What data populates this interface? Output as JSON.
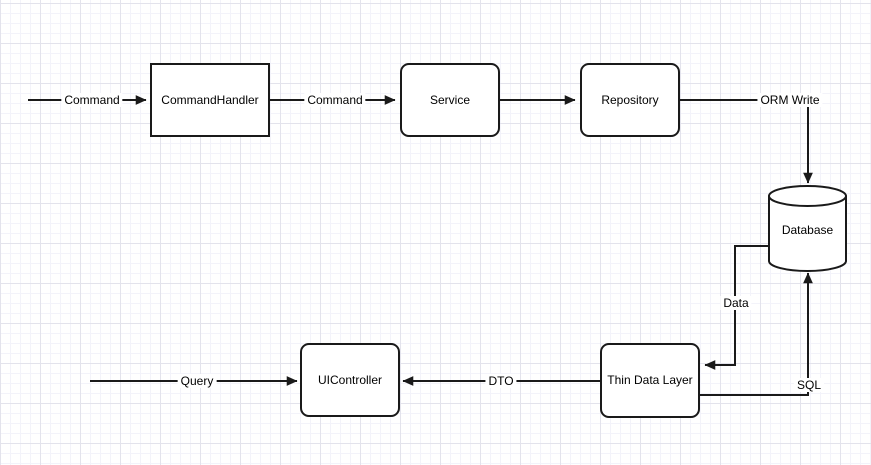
{
  "diagram": {
    "title": "CQRS flow diagram on gridded drawing canvas",
    "nodes": [
      {
        "id": "command-handler",
        "label": "CommandHandler",
        "shape": "rectangle"
      },
      {
        "id": "service",
        "label": "Service",
        "shape": "rounded-rectangle"
      },
      {
        "id": "repository",
        "label": "Repository",
        "shape": "rounded-rectangle"
      },
      {
        "id": "database",
        "label": "Database",
        "shape": "cylinder"
      },
      {
        "id": "ui-controller",
        "label": "UIController",
        "shape": "rounded-rectangle"
      },
      {
        "id": "thin-data-layer",
        "label": "Thin Data Layer",
        "shape": "rounded-rectangle"
      }
    ],
    "edges": [
      {
        "from": "external",
        "to": "command-handler",
        "label": "Command"
      },
      {
        "from": "command-handler",
        "to": "service",
        "label": "Command"
      },
      {
        "from": "service",
        "to": "repository",
        "label": ""
      },
      {
        "from": "repository",
        "to": "database",
        "label": "ORM Write"
      },
      {
        "from": "database",
        "to": "thin-data-layer",
        "label": "Data"
      },
      {
        "from": "external",
        "to": "ui-controller",
        "label": "Query"
      },
      {
        "from": "thin-data-layer",
        "to": "ui-controller",
        "label": "DTO"
      },
      {
        "from": "thin-data-layer",
        "to": "database",
        "label": "SQL"
      }
    ],
    "colors": {
      "stroke": "#1a1a1a",
      "node_fill": "#ffffff",
      "background": "#ffffff",
      "grid_minor": "#f3f3fa",
      "grid_major": "#e3e3ec"
    }
  }
}
